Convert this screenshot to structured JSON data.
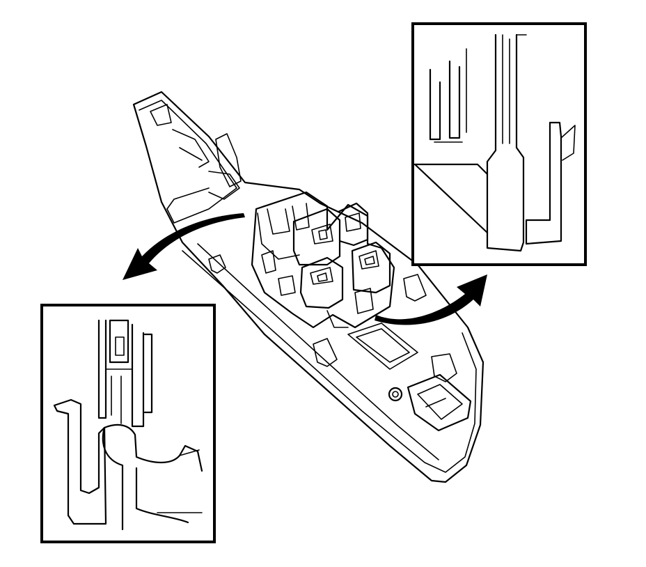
{
  "figure": {
    "background_color": "#ffffff",
    "line_color": "#000000",
    "parts": [
      "switch-housing",
      "detail-inset-top-right",
      "detail-inset-bottom-left",
      "arrow-left",
      "arrow-right"
    ]
  }
}
